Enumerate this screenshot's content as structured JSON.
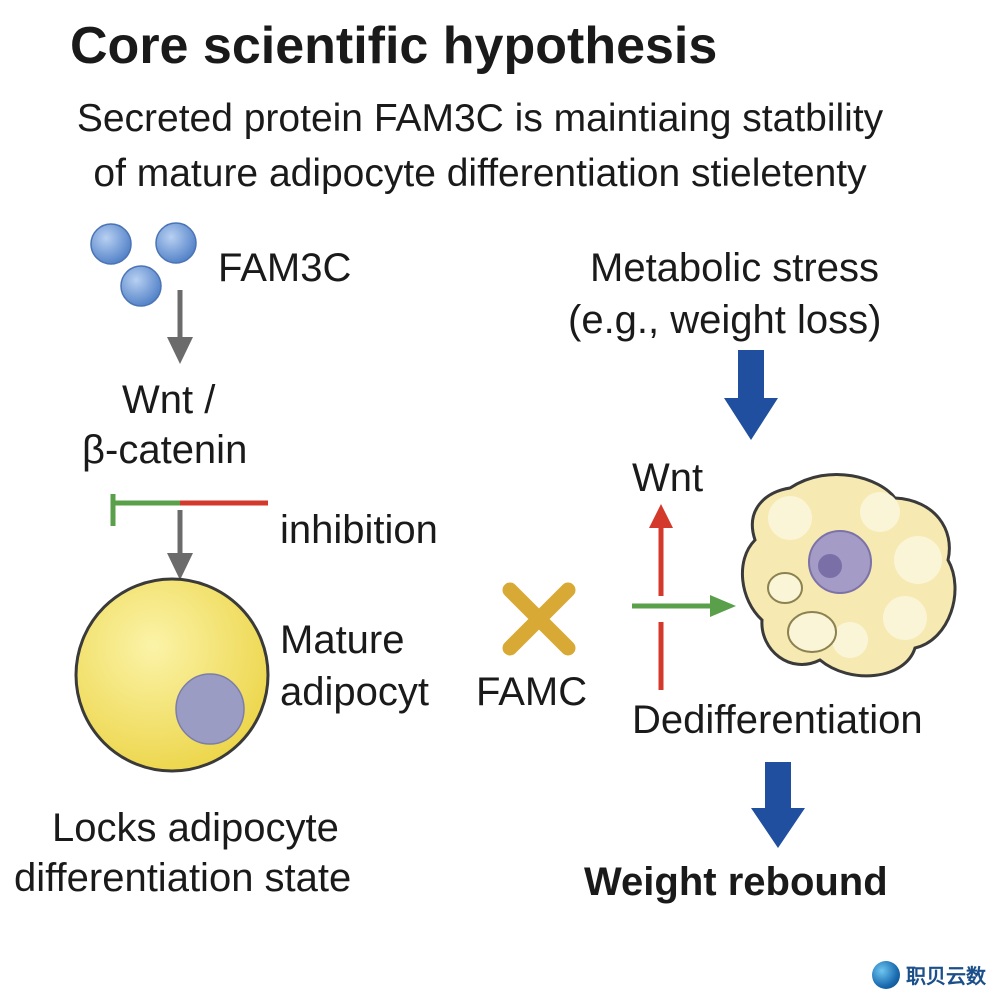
{
  "title": "Core scientific hypothesis",
  "subtitle_line1": "Secreted protein FAM3C is maintiaing statbility",
  "subtitle_line2": "of mature adipocyte differentiation stieletenty",
  "left": {
    "fam3c_label": "FAM3C",
    "wnt_line1": "Wnt /",
    "wnt_line2": "β-catenin",
    "inhibition_label": "inhibition",
    "cell_label_line1": "Mature",
    "cell_label_line2": "adipocyt",
    "caption_line1": "Locks adipocyte",
    "caption_line2": "differentiation  state"
  },
  "middle": {
    "famc_label": "FAMC"
  },
  "right": {
    "stress_line1": "Metabolic stress",
    "stress_line2": "(e.g., weight loss)",
    "wnt_label": "Wnt",
    "dediff_label": "Dedifferentiation",
    "outcome_label": "Weight rebound"
  },
  "colors": {
    "fam3c_sphere": "#6d98d6",
    "gray_arrow": "#6b6b6b",
    "inhibit_green": "#5aa04a",
    "inhibit_red": "#d33a2c",
    "mature_cell": "#f4e06a",
    "nucleus": "#9a9cc4",
    "cross_gold": "#d9a935",
    "blue_arrow": "#1f4f9e",
    "dediff_cell": "#f6e9b2"
  },
  "watermark": "职贝云数"
}
